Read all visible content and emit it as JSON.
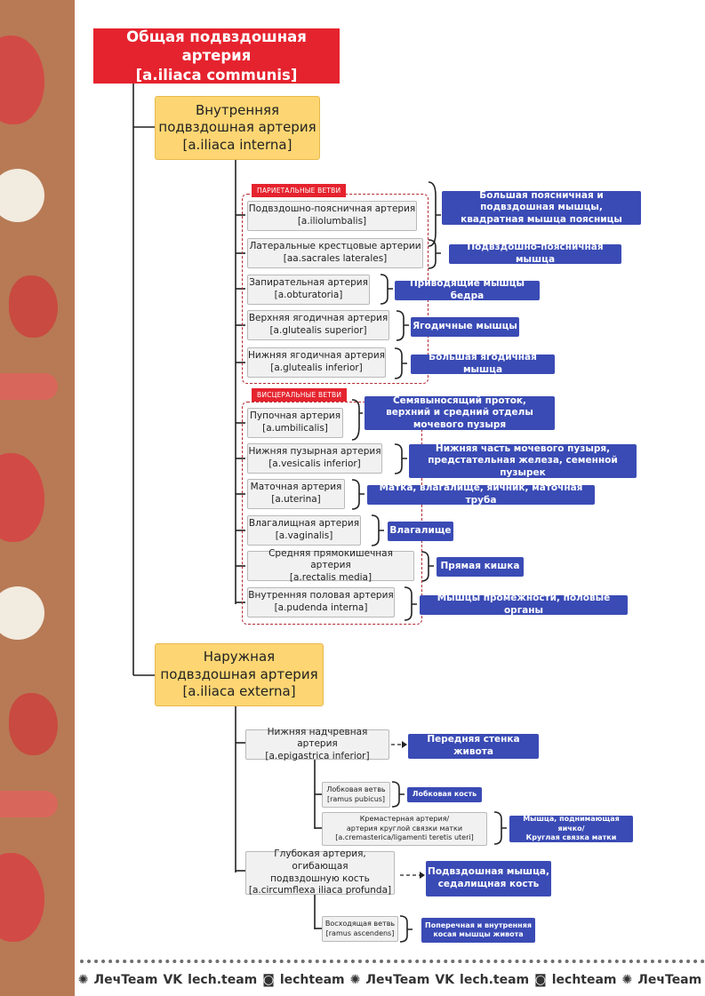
{
  "root": {
    "line1": "Общая подвздошная артерия",
    "line2": "[a.iliaca communis]"
  },
  "internal": {
    "line1": "Внутренняя",
    "line2": "подвздошная артерия",
    "line3": "[a.iliaca interna]"
  },
  "parietal_tag": "ПАРИЕТАЛЬНЫЕ ВЕТВИ",
  "visceral_tag": "ВИСЦЕРАЛЬНЫЕ ВЕТВИ",
  "parietal": [
    {
      "name": "Подвздошно-поясничная артерия",
      "latin": "[a.iliolumbalis]",
      "target": "Большая поясничная и подвздошная мышцы, квадратная мышца поясницы"
    },
    {
      "name": "Латеральные крестцовые артерии",
      "latin": "[aa.sacrales laterales]",
      "target": "Подвздошно-поясничная мышца"
    },
    {
      "name": "Запирательная артерия",
      "latin": "[a.obturatoria]",
      "target": "Приводящие мышцы бедра"
    },
    {
      "name": "Верхняя ягодичная артерия",
      "latin": "[a.glutealis superior]",
      "target": "Ягодичные мышцы"
    },
    {
      "name": "Нижняя ягодичная артерия",
      "latin": "[a.glutealis inferior]",
      "target": "Большая ягодичная мышца"
    }
  ],
  "visceral": [
    {
      "name": "Пупочная артерия",
      "latin": "[a.umbilicalis]",
      "target": "Семявыносящий проток, верхний и средний отделы мочевого пузыря"
    },
    {
      "name": "Нижняя пузырная артерия",
      "latin": "[a.vesicalis inferior]",
      "target": "Нижняя часть мочевого пузыря, предстательная железа, семенной пузырек"
    },
    {
      "name": "Маточная артерия",
      "latin": "[a.uterina]",
      "target": "Матка, влагалище, яичник, маточная труба"
    },
    {
      "name": "Влагалищная артерия",
      "latin": "[a.vaginalis]",
      "target": "Влагалище"
    },
    {
      "name": "Средняя прямокишечная артерия",
      "latin": "[a.rectalis media]",
      "target": "Прямая кишка"
    },
    {
      "name": "Внутренняя половая артерия",
      "latin": "[a.pudenda interna]",
      "target": "Мышцы промежности, половые органы"
    }
  ],
  "external": {
    "line1": "Наружная",
    "line2": "подвздошная артерия",
    "line3": "[a.iliaca externa]"
  },
  "epigastric": {
    "name": "Нижняя надчревная артерия",
    "latin": "[a.epigastrica inferior]",
    "target": "Передняя стенка живота"
  },
  "pubic": {
    "name": "Лобковая ветвь",
    "latin": "[ramus pubicus]",
    "target": "Лобковая кость"
  },
  "cremasteric": {
    "line1": "Кремастерная артерия/",
    "line2": "артерия круглой связки матки",
    "line3": "[a.cremasterica/ligamenti teretis uteri]",
    "target1": "Мышца, поднимающая яичко/",
    "target2": "Круглая связка матки"
  },
  "circumflex": {
    "line1": "Глубокая артерия, огибающая",
    "line2": "подвздошную кость",
    "line3": "[a.circumflexa iliaca profunda]",
    "target1": "Подвздошная мышца,",
    "target2": "седалищная кость"
  },
  "ascending": {
    "name": "Восходящая ветвь",
    "latin": "[ramus ascendens]",
    "target1": "Поперечная и внутренняя",
    "target2": "косая мышцы живота"
  },
  "footer": {
    "brand": "ЛечTeam",
    "site": "lech.team",
    "insta": "lechteam"
  },
  "colors": {
    "red": "#e5232e",
    "yellow": "#fdd673",
    "blue": "#3a4bb5",
    "side": "#b77a55"
  }
}
